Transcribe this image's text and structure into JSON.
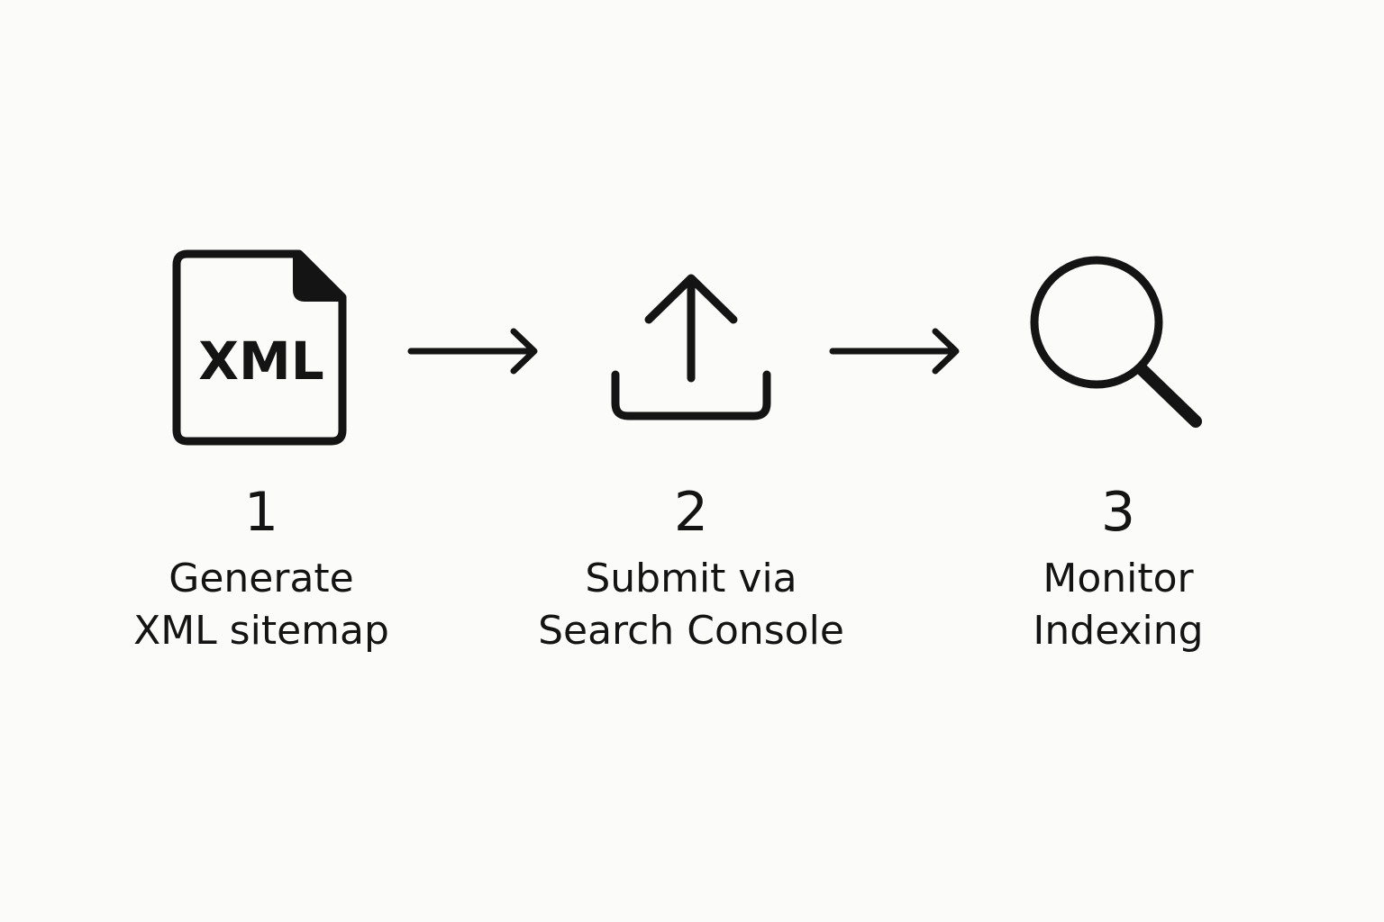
{
  "steps": [
    {
      "number": "1",
      "icon": "xml-file-icon",
      "icon_text": "XML",
      "label_lines": [
        "Generate",
        "XML sitemap"
      ]
    },
    {
      "number": "2",
      "icon": "upload-icon",
      "label_lines": [
        "Submit via",
        "Search Console"
      ]
    },
    {
      "number": "3",
      "icon": "magnifier-icon",
      "label_lines": [
        "Monitor",
        "Indexing"
      ]
    }
  ],
  "connectors": [
    "arrow-right-icon",
    "arrow-right-icon"
  ],
  "colors": {
    "background": "#fbfbf9",
    "ink": "#141414"
  }
}
